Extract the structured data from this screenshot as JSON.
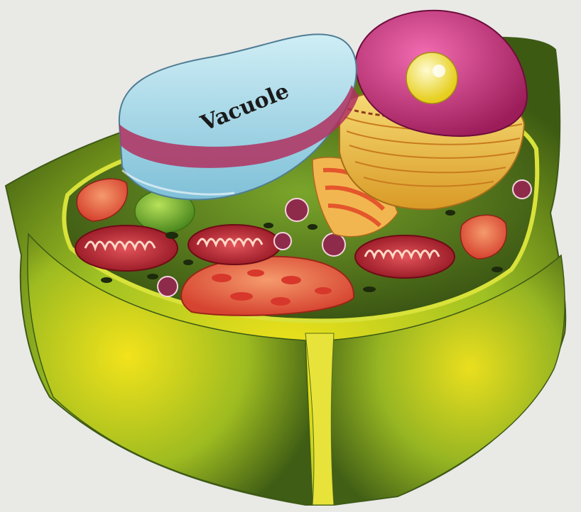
{
  "diagram": {
    "labels": {
      "vacuole": "Vacuole"
    },
    "parts": [
      "cell-wall",
      "vacuole",
      "nucleus",
      "nucleolus",
      "golgi-body",
      "mitochondria",
      "chloroplast",
      "cytoplasm",
      "small-vesicles"
    ],
    "colors": {
      "cell_wall": "#b7cf2a",
      "cell_interior": "#56701a",
      "vacuole": "#a7d6e6",
      "vacuole_band": "#b0305f",
      "nucleus": "#d0317b",
      "nucleolus": "#f3e63a",
      "golgi": "#eec14b",
      "mitochondria": "#b4222e",
      "chloroplast": "#ee6a4a",
      "cytoplasm": "#4f7a1f"
    }
  }
}
